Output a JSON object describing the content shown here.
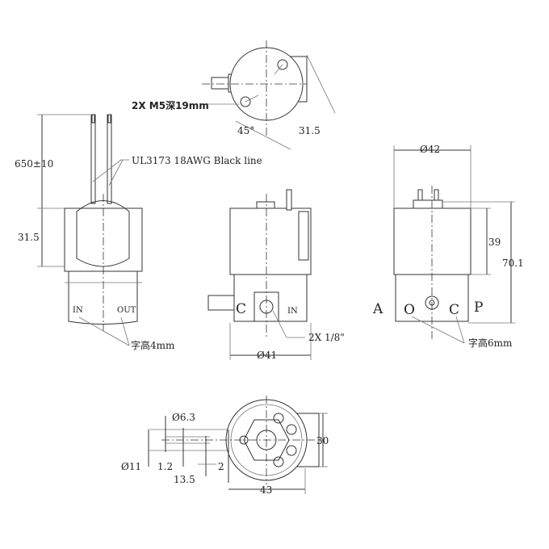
{
  "top_view": {
    "thread_label": "2X M5深19mm",
    "angle_label": "45°",
    "dim_label": "31.5"
  },
  "left_view": {
    "wire_length": "650±10",
    "wire_label": "UL3173  18AWG Black line",
    "height_dim": "31.5",
    "port_in": "IN",
    "port_out": "OUT",
    "text_height_note": "字高4mm"
  },
  "front_view": {
    "port_c": "C",
    "port_in": "IN",
    "thread_note": "2X 1/8\"",
    "diameter": "Ø41"
  },
  "right_view": {
    "diameter": "Ø42",
    "coil_height": "39",
    "total_height": "70.1",
    "label_a": "A",
    "label_o": "O",
    "label_c": "C",
    "label_p": "P",
    "text_height_note": "字高6mm"
  },
  "bottom_view": {
    "inner_diameter": "Ø6.3",
    "outer_diameter": "Ø11",
    "dim_1_2": "1.2",
    "dim_2": "2",
    "dim_13_5": "13.5",
    "height_30": "30",
    "width_43": "43"
  }
}
